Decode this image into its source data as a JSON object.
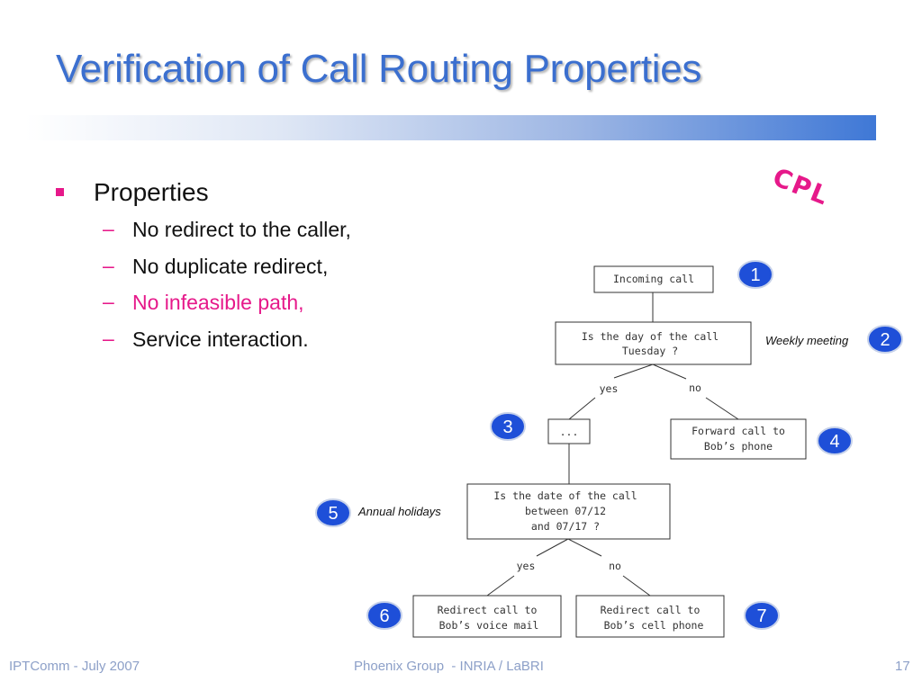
{
  "slide": {
    "title": "Verification of Call Routing Properties",
    "stamp": "CPL"
  },
  "bullets": {
    "heading": "Properties",
    "items": [
      {
        "text": "No redirect to the caller,",
        "highlight": false
      },
      {
        "text": "No duplicate redirect,",
        "highlight": false
      },
      {
        "text": "No infeasible path,",
        "highlight": true
      },
      {
        "text": "Service interaction.",
        "highlight": false
      }
    ]
  },
  "diagram": {
    "nodes": {
      "incoming": [
        "Incoming call"
      ],
      "tuesday": [
        "Is the day of the call",
        "Tuesday ?"
      ],
      "dots": [
        "..."
      ],
      "forward": [
        "Forward call to",
        "Bob’s phone"
      ],
      "date": [
        "Is the date of the call",
        "between 07/12",
        "and 07/17 ?"
      ],
      "voicemail": [
        "Redirect call to",
        "Bob’s voice mail"
      ],
      "cellphone": [
        "Redirect call to",
        "Bob’s cell phone"
      ]
    },
    "edge_labels": {
      "yes1": "yes",
      "no1": "no",
      "yes2": "yes",
      "no2": "no"
    },
    "badges": {
      "b1": "1",
      "b2": "2",
      "b3": "3",
      "b4": "4",
      "b5": "5",
      "b6": "6",
      "b7": "7"
    },
    "annotations": {
      "weekly": "Weekly meeting",
      "annual": "Annual holidays"
    }
  },
  "footer": {
    "left": "IPTComm - July 2007",
    "center": "Phoenix Group  - INRIA / LaBRI",
    "page": "17"
  },
  "colors": {
    "title": "#3b6fcf",
    "accent": "#e6198a",
    "badge": "#1e4fd8",
    "footer": "#8da0c8"
  }
}
